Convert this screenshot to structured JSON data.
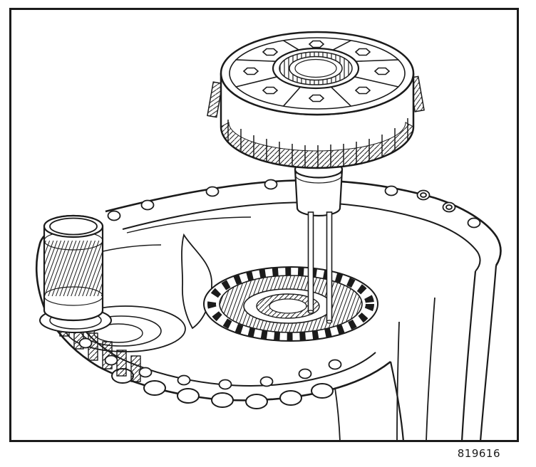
{
  "figure": {
    "number": "819616"
  },
  "drawing": {
    "ink_color": "#1b1b1b",
    "background_color": "#ffffff",
    "elements": [
      "border-frame",
      "transfer-case-housing",
      "ring-gear",
      "splined-input-shaft",
      "hub-and-guide-rods",
      "clutch-drum-assembly",
      "figure-number"
    ]
  }
}
